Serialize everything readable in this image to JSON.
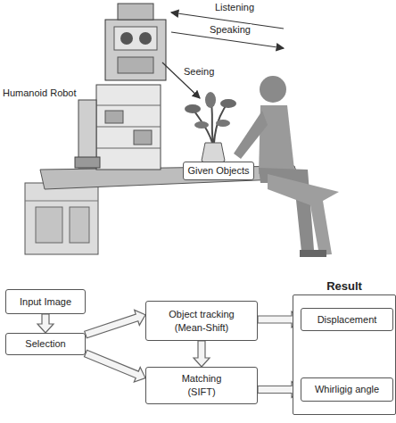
{
  "diagram": {
    "nodes": [
      {
        "text": [
          "Given Objects"
        ]
      },
      {
        "text": [
          "Input Image"
        ]
      },
      {
        "text": [
          "Selection"
        ]
      },
      {
        "text": [
          "Object tracking (Mean-Shift)"
        ]
      },
      {
        "text": [
          "Matching (SIFT)"
        ]
      },
      {
        "text": [
          "Result"
        ]
      },
      {
        "text": [
          "Displacement"
        ],
        "in": 5
      },
      {
        "text": [
          "Whirligig angle"
        ],
        "in": 5
      }
    ],
    "edges": [
      {
        "from": 1,
        "to": 2,
        "arrow": "to"
      },
      {
        "from": 2,
        "to": 3,
        "arrow": "to"
      },
      {
        "from": 2,
        "to": 4,
        "arrow": "to"
      },
      {
        "from": 3,
        "to": 4,
        "arrow": "to"
      },
      {
        "from": 3,
        "to": 6,
        "arrow": "to"
      },
      {
        "from": 4,
        "to": 7,
        "arrow": "to"
      }
    ],
    "labels": [
      "Humanoid Robot",
      "Listening",
      "Speaking",
      "Seeing"
    ]
  }
}
